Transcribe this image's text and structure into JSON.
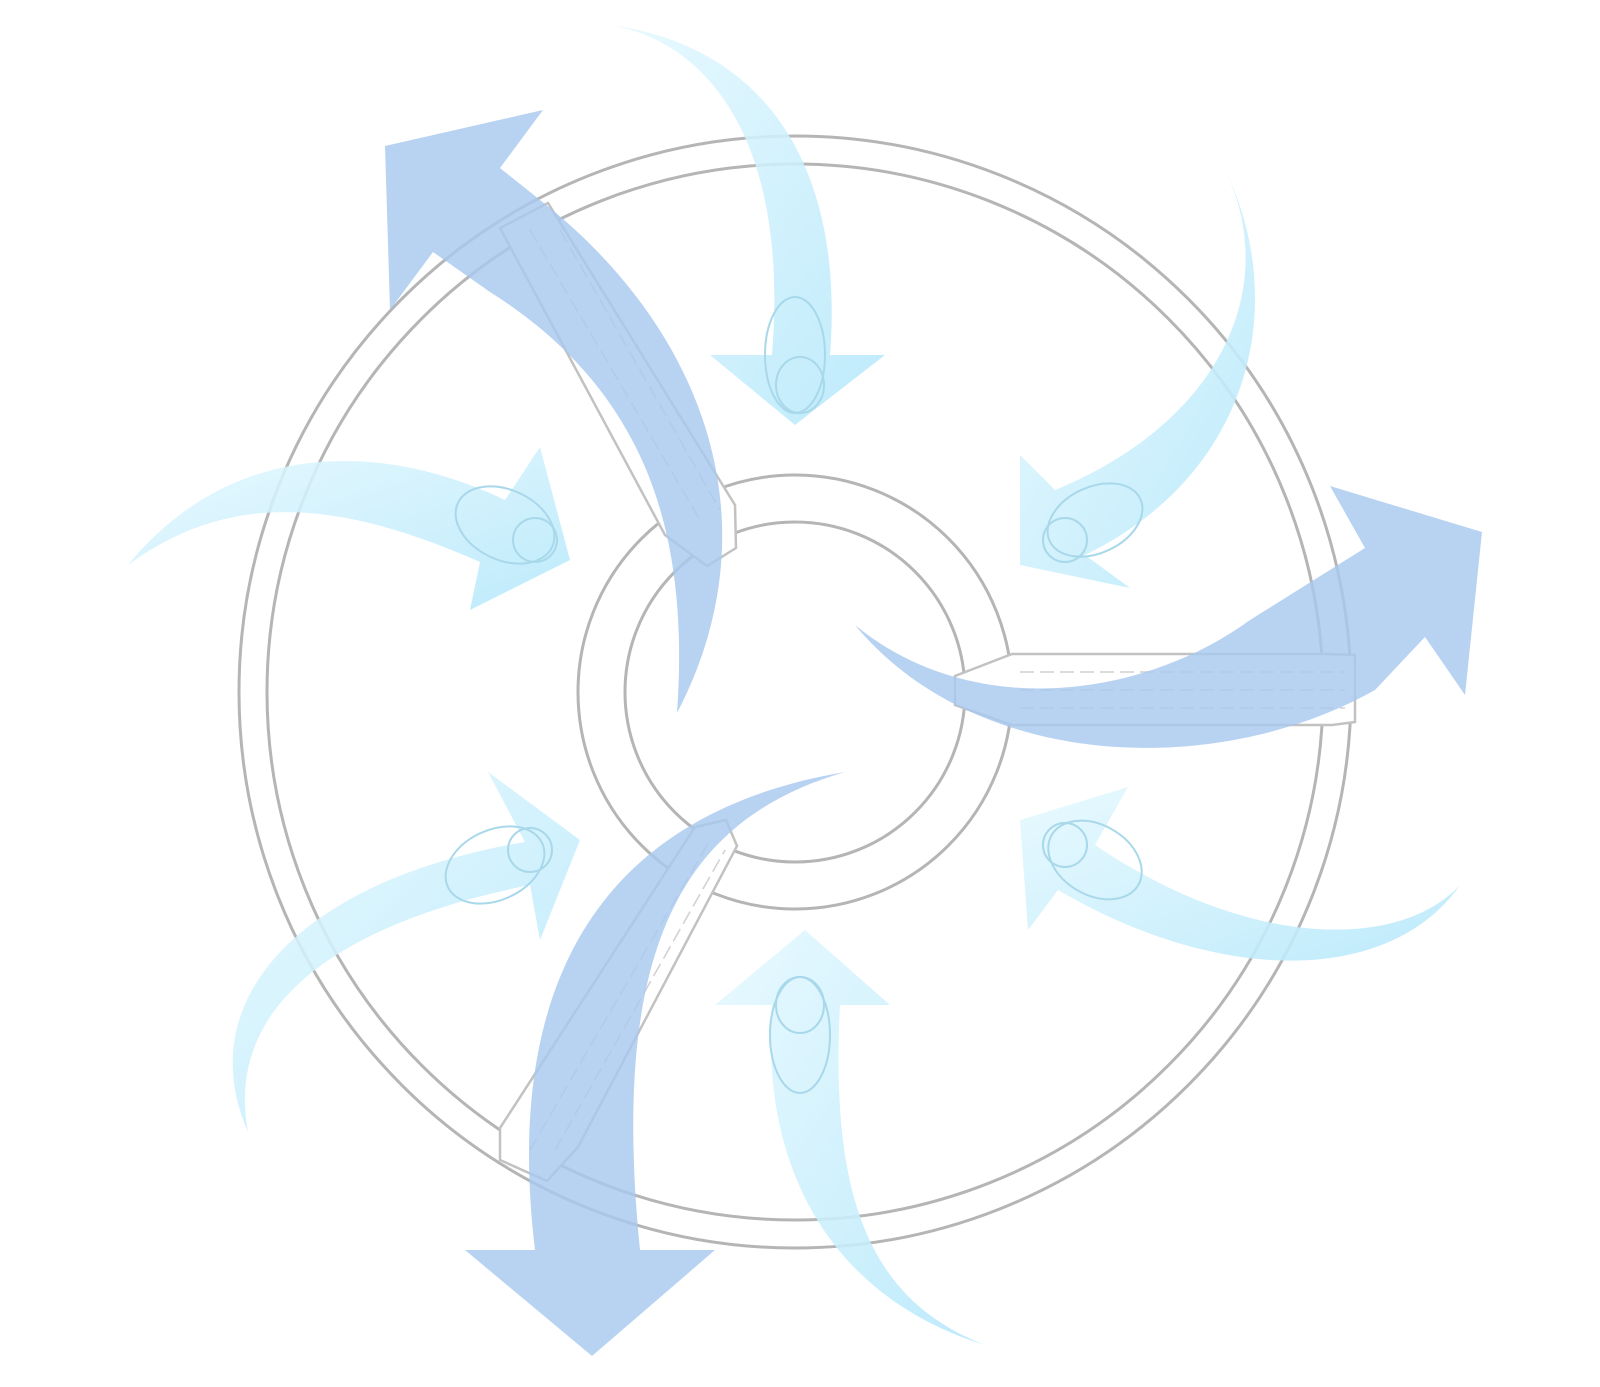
{
  "diagram": {
    "subject": "fan-airflow",
    "blade_count": 3,
    "inflow_arrow_count": 6,
    "outflow_arrow_count": 3
  },
  "colors": {
    "background": "#ffffff",
    "ring_stroke": "#b5b5b5",
    "inflow_light": "#d9f4fd",
    "inflow_dark": "#b6e8fb",
    "outflow": "#a8c8ef",
    "blade_fill": "#ffffff",
    "blade_stroke": "#c2c2c2"
  },
  "icons": {
    "inflow": "curved-arrow-inward-icon",
    "outflow": "curved-arrow-outward-icon",
    "hub": "hub-ring-icon",
    "blade": "fan-blade-icon"
  }
}
